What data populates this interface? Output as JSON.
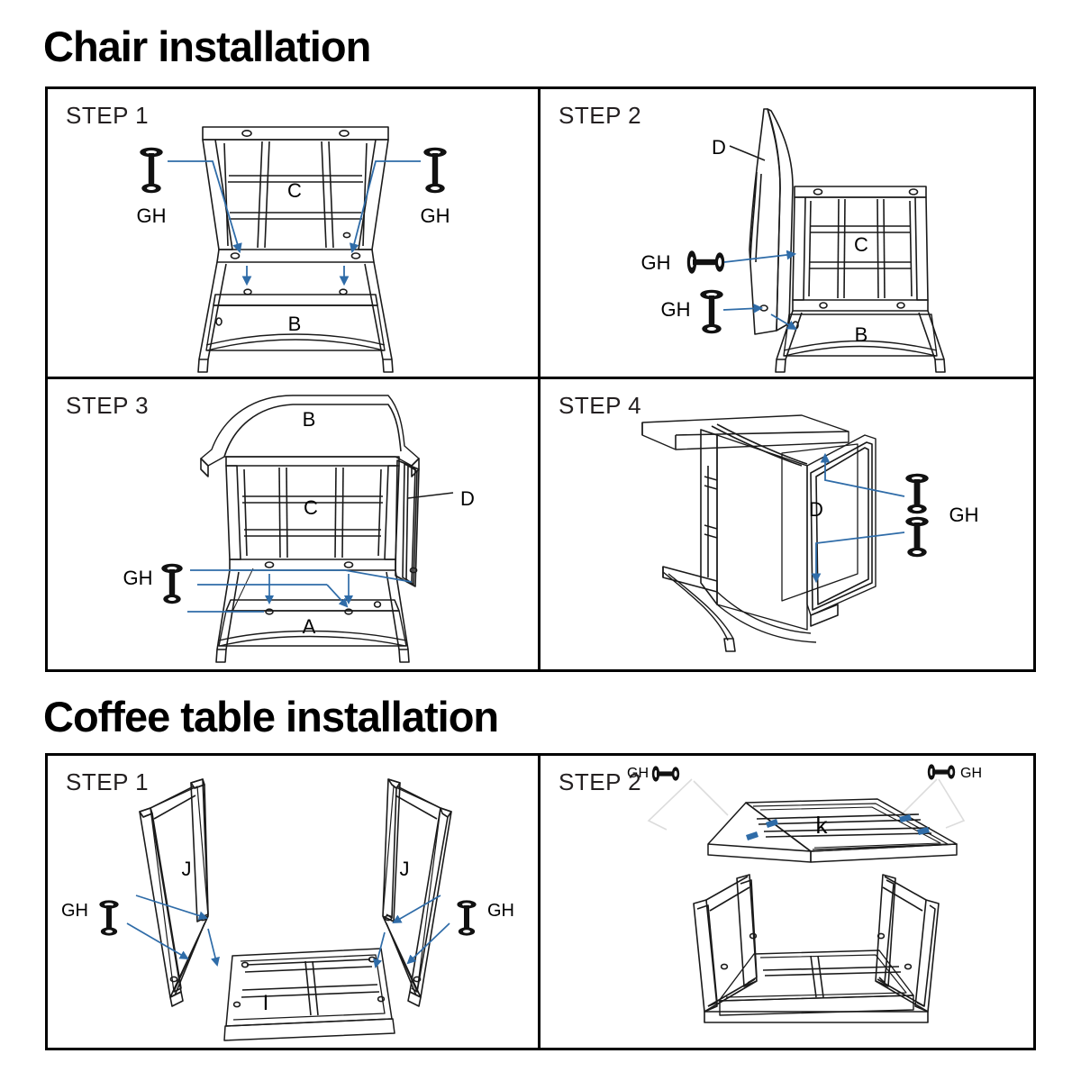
{
  "document": {
    "type": "assembly-instructions",
    "background_color": "#ffffff",
    "line_color": "#1a1a1a",
    "arrow_color": "#2f6ca8",
    "faint_line_color": "#d8d8d8"
  },
  "sections": [
    {
      "id": "chair",
      "title": "Chair installation",
      "panels": [
        {
          "id": "chair-step-1",
          "step_label": "STEP 1",
          "part_labels": [
            "C",
            "B"
          ],
          "hardware_labels": [
            "GH",
            "GH"
          ],
          "hardware_icon": "bolt-vertical-icon",
          "arrow_count": 4
        },
        {
          "id": "chair-step-2",
          "step_label": "STEP 2",
          "part_labels": [
            "D",
            "C",
            "B"
          ],
          "hardware_labels": [
            "GH",
            "GH"
          ],
          "hardware_icon": "bolt-horizontal-icon",
          "arrow_count": 3
        },
        {
          "id": "chair-step-3",
          "step_label": "STEP 3",
          "part_labels": [
            "B",
            "C",
            "D",
            "A"
          ],
          "hardware_labels": [
            "GH"
          ],
          "hardware_icon": "bolt-vertical-icon",
          "arrow_count": 4
        },
        {
          "id": "chair-step-4",
          "step_label": "STEP 4",
          "part_labels": [
            "D"
          ],
          "hardware_labels": [
            "GH"
          ],
          "hardware_icon": "bolt-vertical-icon",
          "arrow_count": 2
        }
      ]
    },
    {
      "id": "coffee-table",
      "title": "Coffee table installation",
      "panels": [
        {
          "id": "coffee-step-1",
          "step_label": "STEP 1",
          "part_labels": [
            "J",
            "J",
            "I"
          ],
          "hardware_labels": [
            "GH",
            "GH"
          ],
          "hardware_icon": "bolt-vertical-icon",
          "arrow_count": 4
        },
        {
          "id": "coffee-step-2",
          "step_label": "STEP 2",
          "part_labels": [
            "k"
          ],
          "hardware_labels": [
            "GH",
            "GH"
          ],
          "hardware_icon": "bolt-horizontal-icon",
          "arrow_count": 0
        }
      ]
    }
  ]
}
